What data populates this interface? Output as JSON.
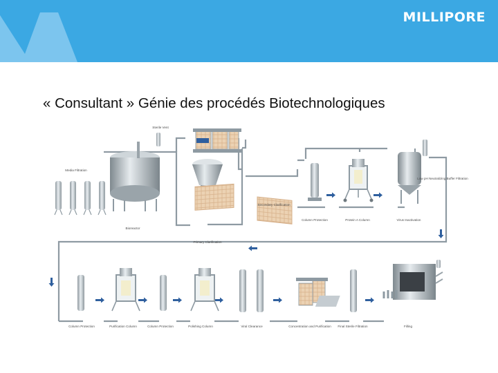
{
  "header": {
    "brand": "MILLIPORE",
    "colors": {
      "banner": "#3ba8e3",
      "logo_mark": "#7cc5ee"
    }
  },
  "slide": {
    "title": "« Consultant » Génie des procédés Biotechnologiques"
  },
  "diagram": {
    "colors": {
      "pipe": "#8e9aa2",
      "steel": "#b9c1c7",
      "arrow": "#2f5f9e",
      "filter_pad": "#e7c9a8"
    },
    "labels": {
      "media_filtration": "Media Filtration",
      "sterile_vent": "Sterile Vent",
      "bioreactor": "Bioreactor",
      "secondary_clarification": "Secondary Clarification",
      "primary_clarification": "Primary Clarification",
      "colonne_protection_top": "Column Protection",
      "protein_a_column": "Protein A Column",
      "virus_inactivation": "Virus Inactivation",
      "low_ph_neutralizing": "Low pH Neutralizing Buffer Filtration",
      "column_protection_bottom": "Column Protection",
      "purification_column": "Purification Column",
      "column_protection_mid": "Column Protection",
      "polishing_column": "Polishing Column",
      "viral_clearance": "Viral Clearance",
      "concentration_purification": "Concentration and Purification",
      "final_sterile_filtration": "Final Sterile Filtration",
      "filling": "Filling"
    }
  }
}
